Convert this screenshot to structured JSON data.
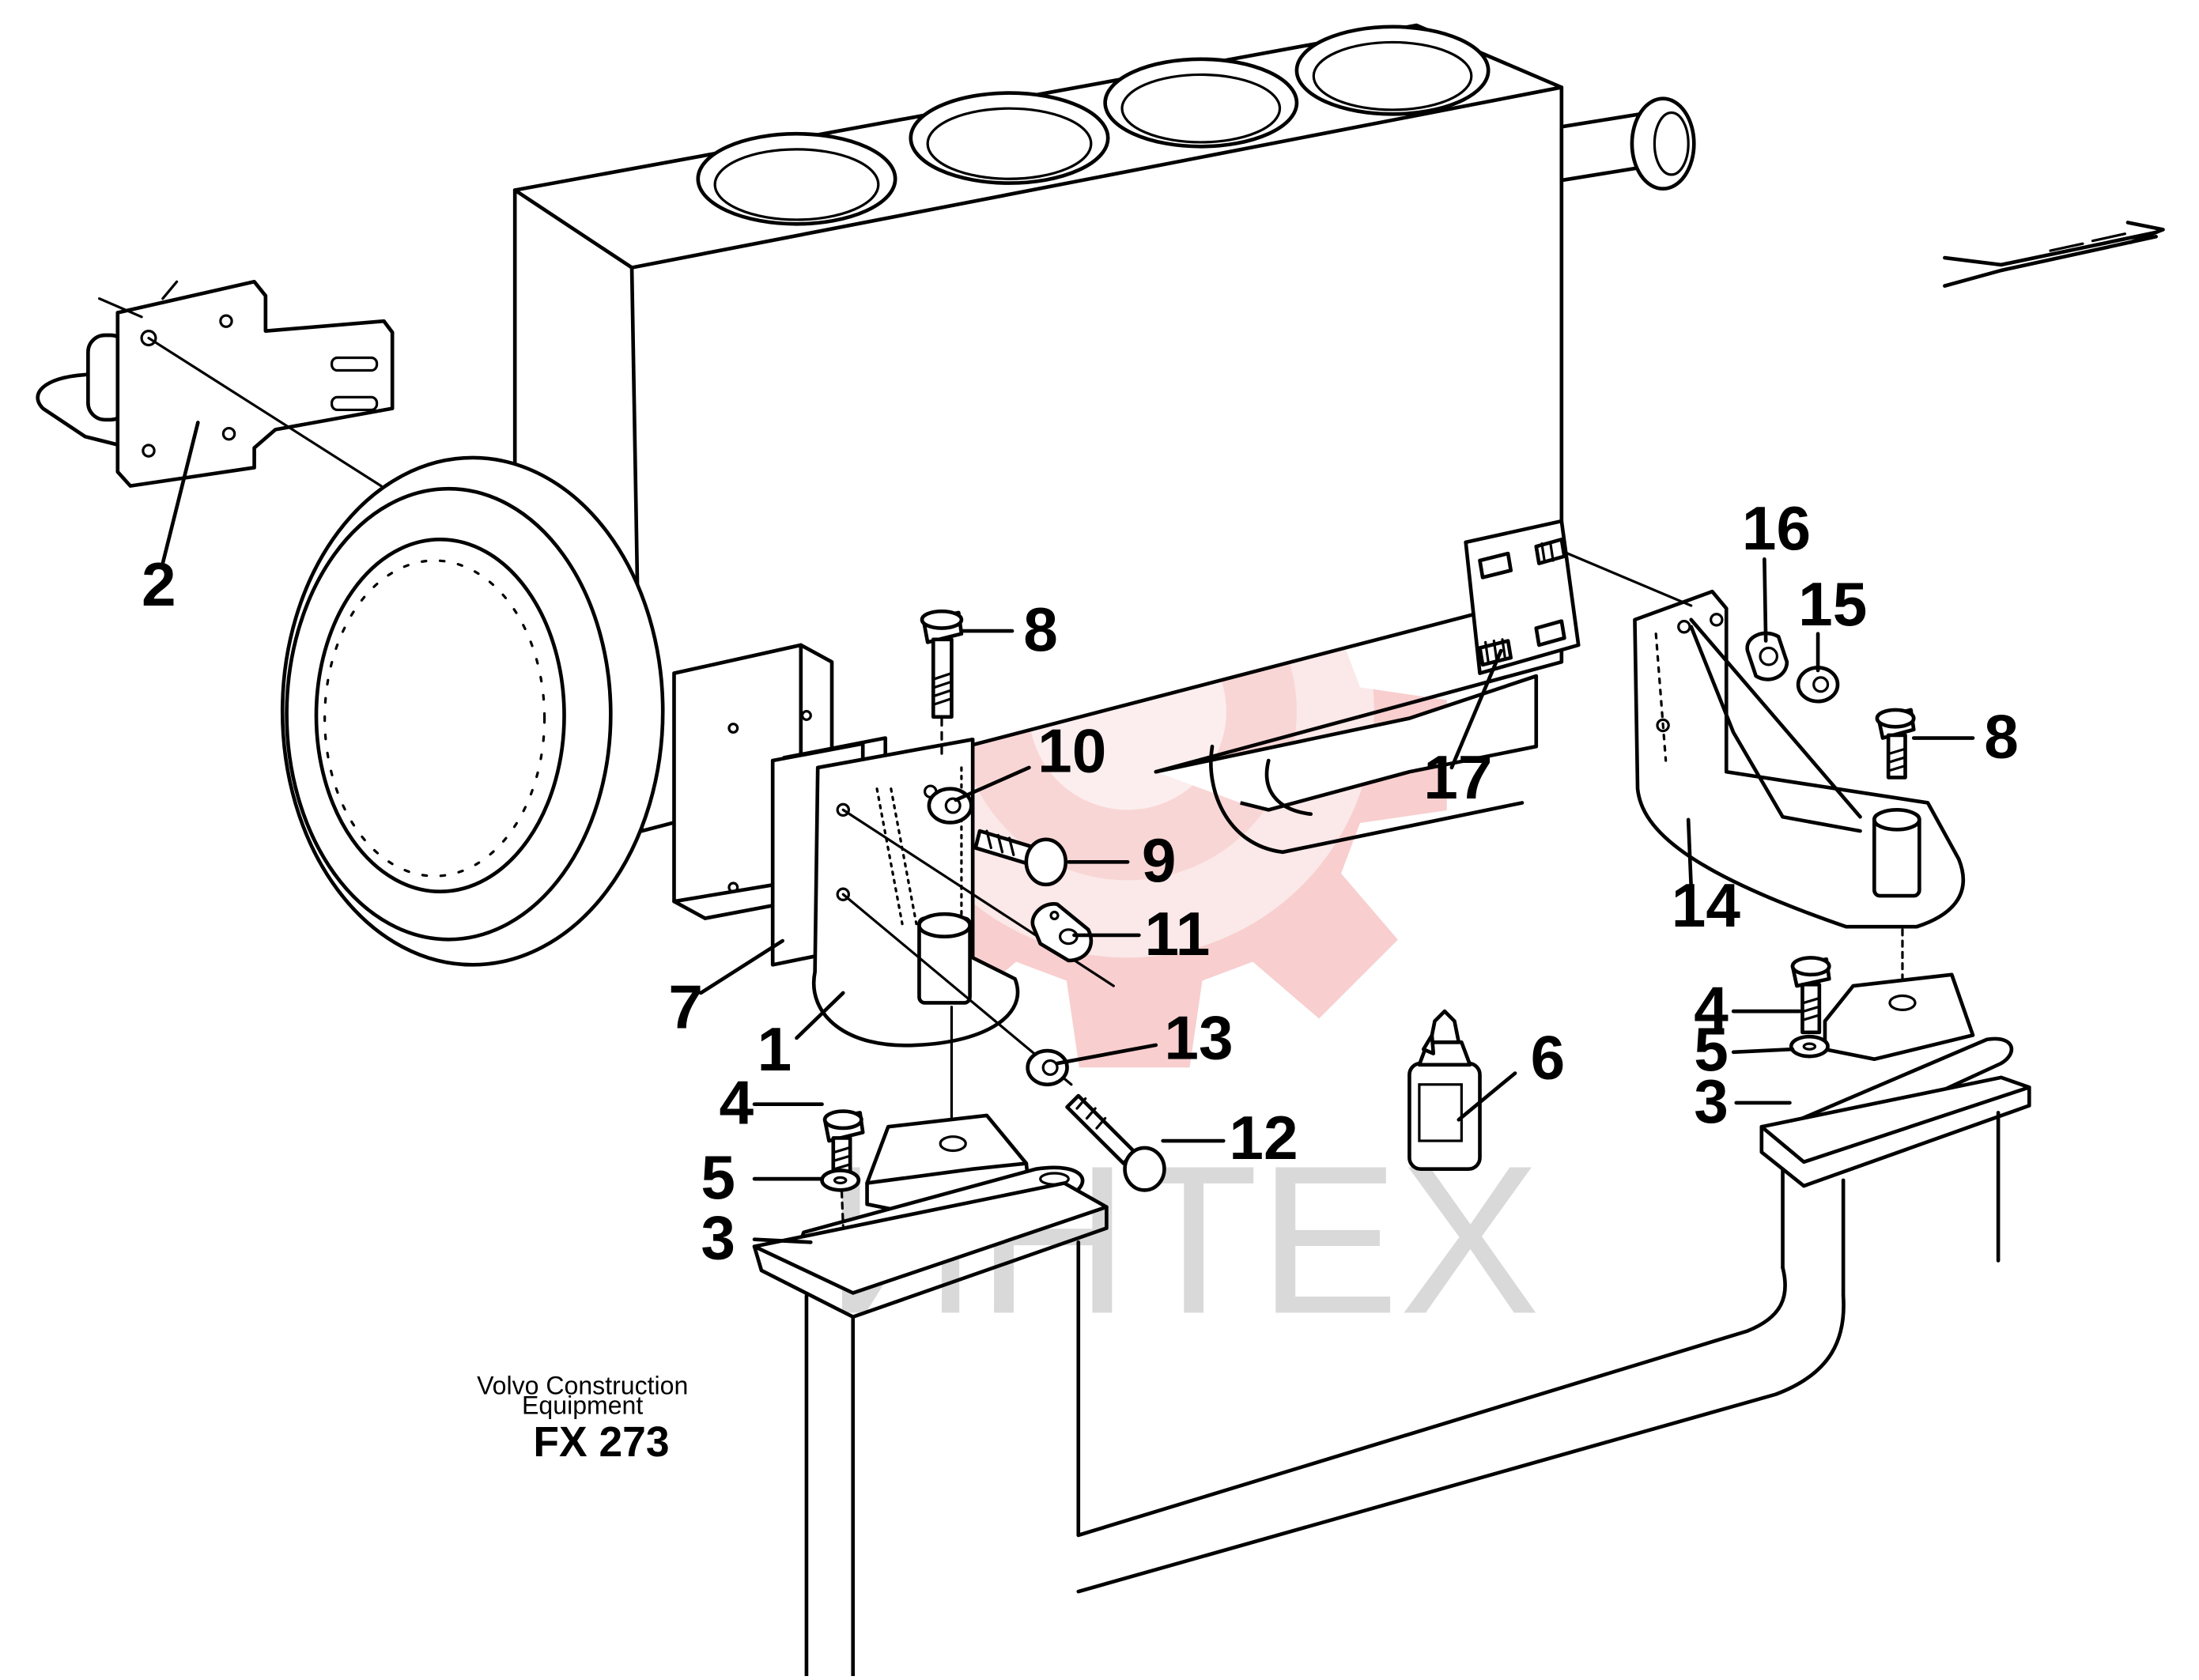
{
  "callouts": [
    "1",
    "2",
    "3",
    "4",
    "5",
    "6",
    "7",
    "8",
    "9",
    "10",
    "11",
    "12",
    "13",
    "14",
    "15",
    "16",
    "17"
  ],
  "credit": {
    "line1": "Volvo Construction",
    "line2": "Equipment",
    "code": "FX 273"
  },
  "watermark": {
    "text": "ИНТЕХ",
    "gear_color": "#f7c6c6",
    "text_color": "#d9d9d9"
  }
}
